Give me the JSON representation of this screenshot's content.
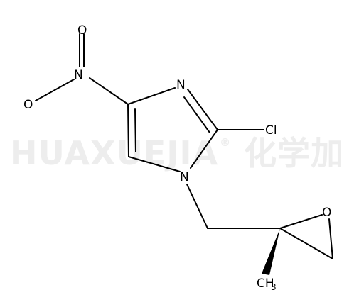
{
  "watermark": {
    "latin": "HUAXUEJIA",
    "reg_mark": "®",
    "chinese": "化学加"
  },
  "atoms": {
    "nitro_o_top": "O",
    "nitro_n": "N",
    "nitro_o_left": "O",
    "ring_n3": "N",
    "chloro": "Cl",
    "ring_n1": "N",
    "epoxide_o": "O",
    "methyl_c": "CH",
    "methyl_h_count": "3"
  }
}
